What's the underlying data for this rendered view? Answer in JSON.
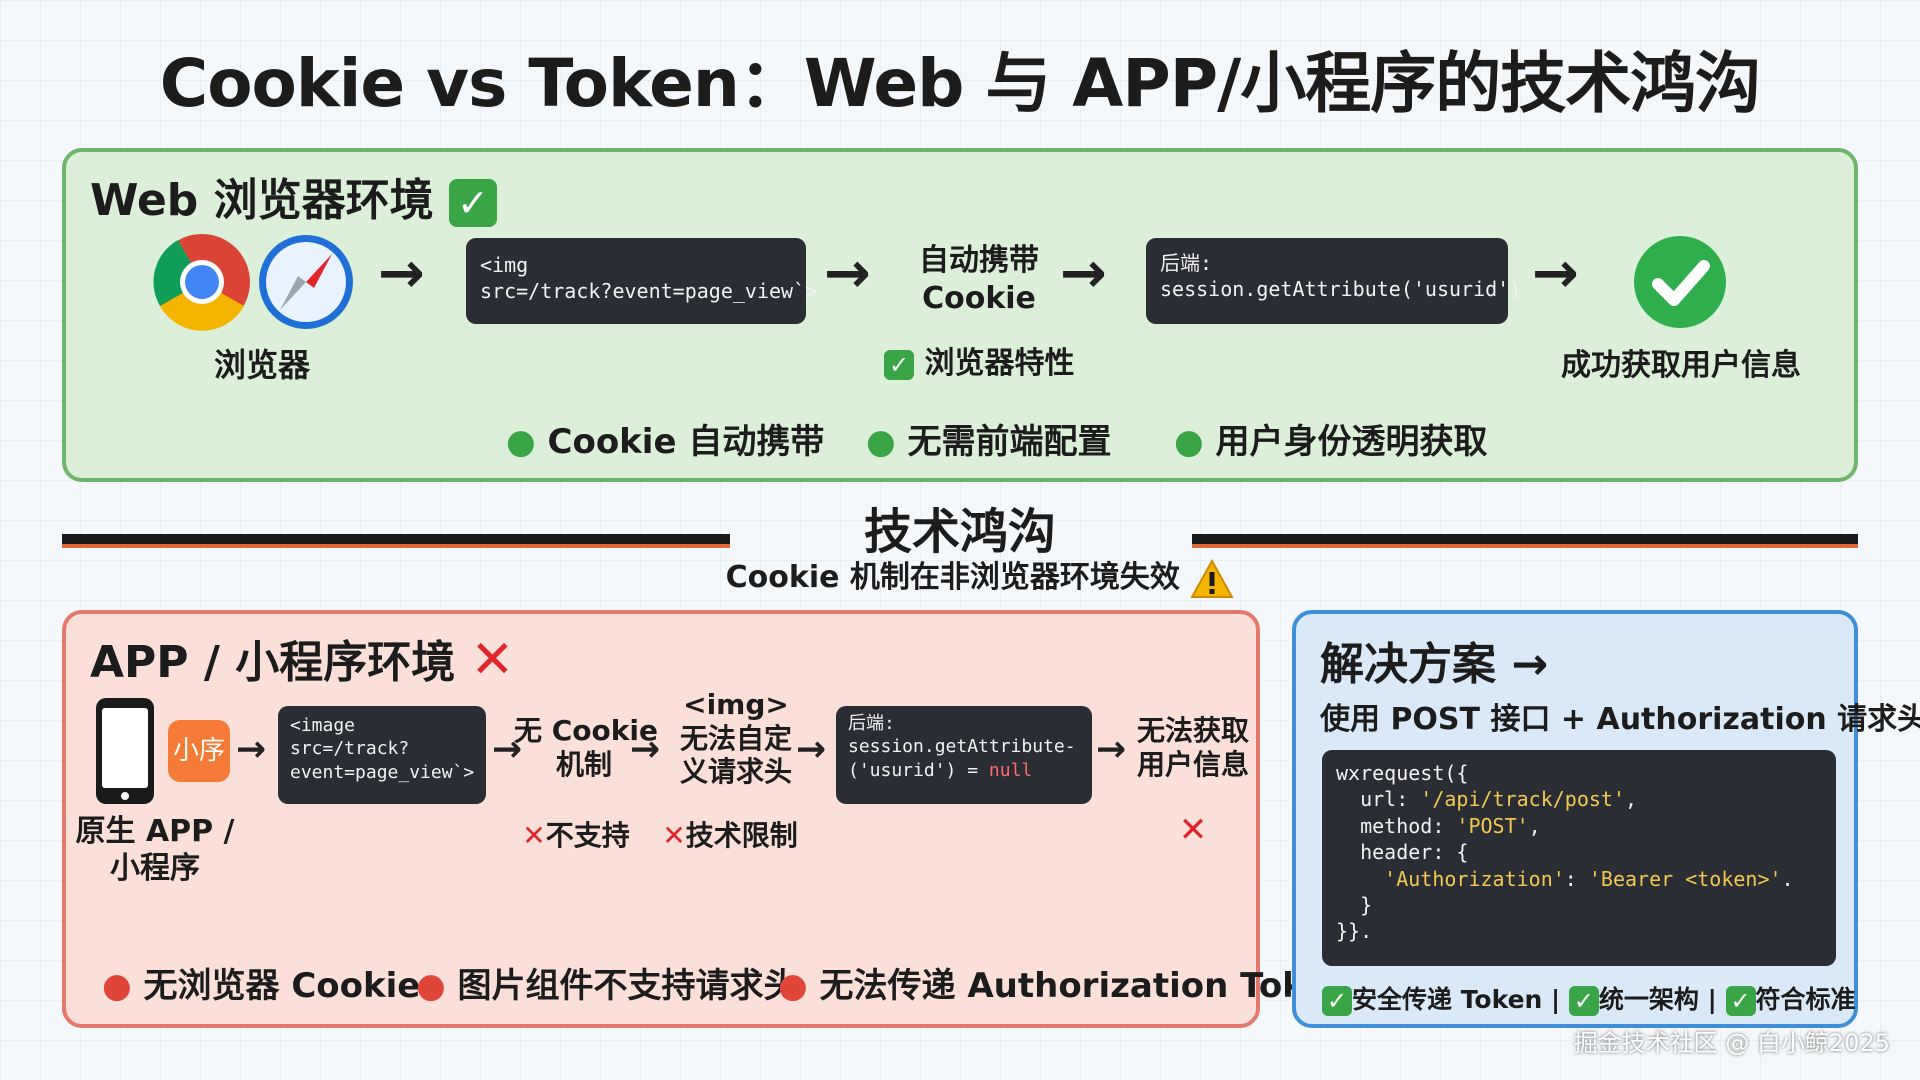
{
  "title": "Cookie vs Token：Web 与 APP/小程序的技术鸿沟",
  "web": {
    "title": "Web 浏览器环境",
    "browser_label": "浏览器",
    "img_code": "<img\nsrc=/track?event=page_view`>",
    "auto_carry": "自动携带\nCookie",
    "backend_label": "后端:",
    "backend_code": "session.getAttribute('usurid')",
    "success_label": "成功获取用户信息",
    "feature_label": "浏览器特性",
    "bullets": [
      "Cookie 自动携带",
      "无需前端配置",
      "用户身份透明获取"
    ]
  },
  "gap": {
    "title": "技术鸿沟",
    "subtitle": "Cookie 机制在非浏览器环境失效"
  },
  "app": {
    "title": "APP / 小程序环境",
    "miniapp_badge": "小序",
    "device_label": "原生 APP /\n小程序",
    "img_code": "<image\nsrc=/track?\nevent=page_view`>",
    "no_cookie": "无 Cookie\n机制",
    "no_header": "<img>\n无法自定\n义请求头",
    "backend_label": "后端:",
    "backend_code_1": "session.getAttribute-",
    "backend_code_2": "('usurid') = ",
    "backend_null": "null",
    "fail_label": "无法获取\n用户信息",
    "not_supported": "不支持",
    "tech_limit": "技术限制",
    "bullets": [
      "无浏览器 Cookie",
      "图片组件不支持请求头",
      "无法传递 Authorization Token"
    ]
  },
  "solution": {
    "title": "解决方案 →",
    "subtitle": "使用 POST 接口 + Authorization 请求头",
    "code_lines": [
      "wxrequest({",
      "  url: ",
      "'/api/track/post'",
      "  method: ",
      "'POST'",
      "  header: {",
      "'Authorization'",
      "'Bearer <token>'",
      "  }",
      "}}."
    ],
    "benefits": [
      "安全传递 Token",
      "统一架构",
      "符合标准"
    ]
  },
  "watermark": "掘金技术社区 @ 白小鲸2025",
  "colors": {
    "web_bg": "#dcefd9",
    "web_border": "#6cb66a",
    "app_bg": "#fbe0da",
    "app_border": "#e4786a",
    "sol_bg": "#d9e9f8",
    "sol_border": "#3f8fd8",
    "success": "#3aa547",
    "error": "#e0262a"
  }
}
